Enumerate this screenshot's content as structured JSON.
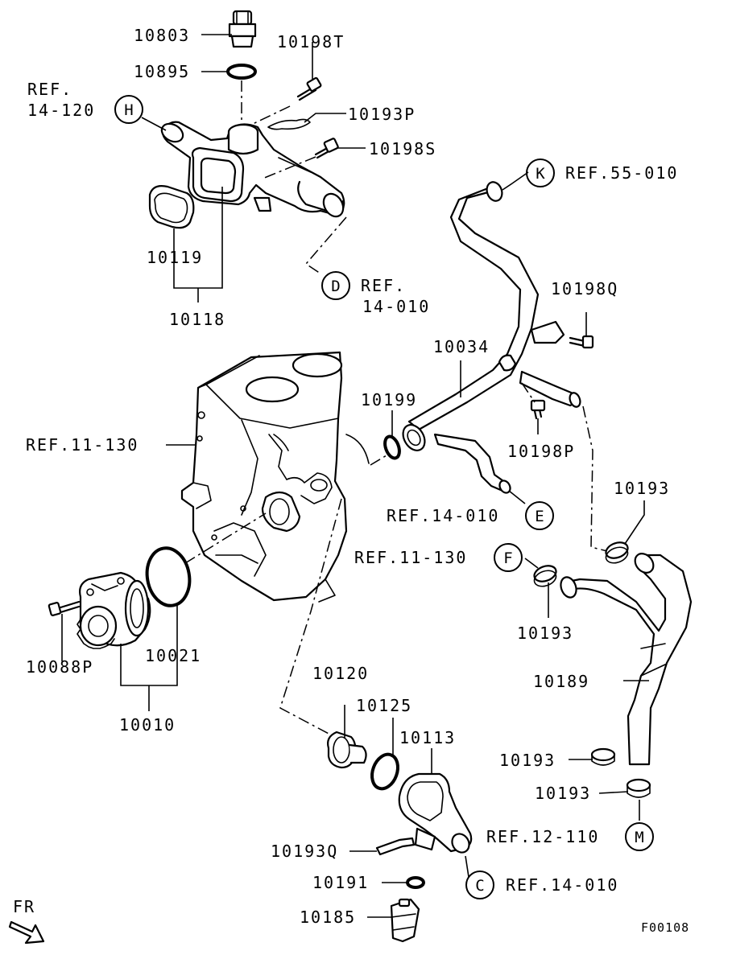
{
  "labels": {
    "p10803": "10803",
    "p10895": "10895",
    "p10198T": "10198T",
    "p10193P": "10193P",
    "p10198S": "10198S",
    "p10119": "10119",
    "p10118": "10118",
    "p10198Q": "10198Q",
    "p10034": "10034",
    "p10199": "10199",
    "p10198P": "10198P",
    "p10193_a": "10193",
    "p10193_b": "10193",
    "p10189": "10189",
    "p10193_c": "10193",
    "p10193_d": "10193",
    "p10021": "10021",
    "p10010": "10010",
    "p10088P": "10088P",
    "p10120": "10120",
    "p10125": "10125",
    "p10113": "10113",
    "p10193Q": "10193Q",
    "p10191": "10191",
    "p10185": "10185"
  },
  "refs": {
    "ref_h_line1": "REF.",
    "ref_h_line2": "14-120",
    "ref_k": "REF.55-010",
    "ref_d_line1": "REF.",
    "ref_d_line2": "14-010",
    "ref_engine": "REF.11-130",
    "ref_e": "REF.14-010",
    "ref_f": "REF.11-130",
    "ref_m": "REF.12-110",
    "ref_c": "REF.14-010"
  },
  "callouts": {
    "h": "H",
    "k": "K",
    "d": "D",
    "e": "E",
    "f": "F",
    "m": "M",
    "c": "C"
  },
  "footer": {
    "direction": "FR",
    "figure_code": "F00108"
  }
}
